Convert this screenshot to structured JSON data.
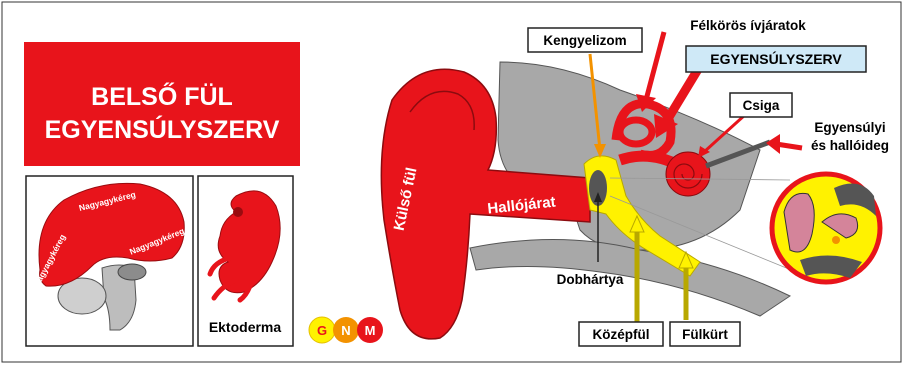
{
  "title": {
    "line1": "BELSŐ FÜL",
    "line2": "EGYENSÚLYSZERV"
  },
  "brain_labels": [
    "Nagyagykéreg",
    "Nagyagykéreg",
    "Nagyagykéreg"
  ],
  "embryo_label": "Ektoderma",
  "logo_letters": [
    "G",
    "N",
    "M"
  ],
  "ear_labels": {
    "outer_ear": "Külső fül",
    "ear_canal": "Hallójárat",
    "stapedius": "Kengyelizom",
    "semicircular": "Félkörös ívjáratok",
    "balance_organ": "EGYENSÚLYSZERV",
    "cochlea": "Csiga",
    "nerve_line1": "Egyensúlyi",
    "nerve_line2": "és hallóideg",
    "eardrum": "Dobhártya",
    "middle_ear": "Középfül",
    "eustachian": "Fülkürt"
  },
  "colors": {
    "red": "#e8141b",
    "yellow": "#fff200",
    "grey": "#9a9a9a",
    "light_blue": "#cfe9f7",
    "orange": "#f39200"
  }
}
